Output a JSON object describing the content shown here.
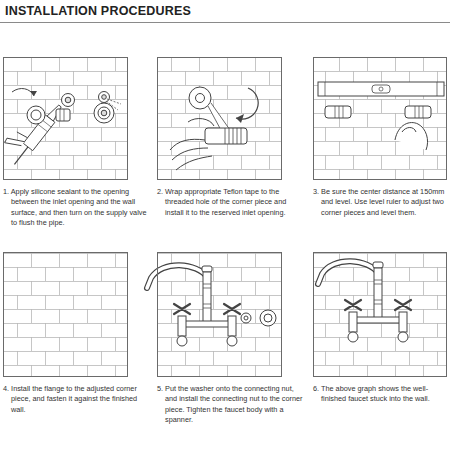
{
  "diagram": {
    "title": "INSTALLATION PROCEDURES",
    "nodes": [
      {
        "text": [
          "1. Apply silicone sealant to the opening between the inlet opening and the wall surface, and then turn on the supply valve to flush the pipe."
        ]
      },
      {
        "text": [
          "2. Wrap appropriate Teflon tape to the threaded hole of the corner piece and install it to the reserved inlet opening."
        ]
      },
      {
        "text": [
          "3. Be sure the center distance at 150mm and level. Use level ruler to adjust two corner pieces and level them."
        ]
      },
      {
        "text": [
          "4. Install the flange to the adjusted corner piece, and fasten it against the finished wall."
        ]
      },
      {
        "text": [
          "5. Put the washer onto the connecting nut, and install the connecting nut to the corner piece. Tighten the faucet body with a spanner."
        ]
      },
      {
        "text": [
          "6. The above graph shows the well-finished faucet stuck into the wall."
        ]
      }
    ]
  }
}
